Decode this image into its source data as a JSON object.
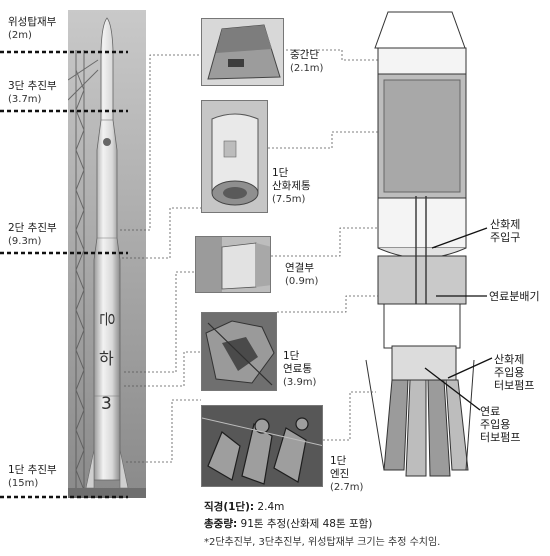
{
  "rocket_sections": [
    {
      "name": "위성탑재부",
      "size": "(2m)"
    },
    {
      "name": "3단 추진부",
      "size": "(3.7m)"
    },
    {
      "name": "2단 추진부",
      "size": "(9.3m)"
    },
    {
      "name": "1단 추진부",
      "size": "(15m)"
    }
  ],
  "rocket_body_text": [
    "은",
    "하",
    "3"
  ],
  "components": [
    {
      "name": "중간단",
      "size": "(2.1m)"
    },
    {
      "name_line1": "1단",
      "name_line2": "산화제통",
      "size": "(7.5m)"
    },
    {
      "name": "연결부",
      "size": "(0.9m)"
    },
    {
      "name_line1": "1단",
      "name_line2": "연료통",
      "size": "(3.9m)"
    },
    {
      "name_line1": "1단",
      "name_line2": "엔진",
      "size": "(2.7m)"
    }
  ],
  "schematic_labels": [
    {
      "line1": "산화제",
      "line2": "주입구"
    },
    {
      "line1": "연료분배기"
    },
    {
      "line1": "산화제",
      "line2": "주입용",
      "line3": "터보펌프"
    },
    {
      "line1": "연료",
      "line2": "주입용",
      "line3": "터보펌프"
    }
  ],
  "specs": {
    "diameter_label": "직경(1단):",
    "diameter_value": " 2.4m",
    "weight_label": "총중량:",
    "weight_value": " 91톤 추정(산화제 48톤 포함)",
    "note": "*2단추진부, 3단추진부, 위성탑재부 크기는 추정 수치임."
  }
}
